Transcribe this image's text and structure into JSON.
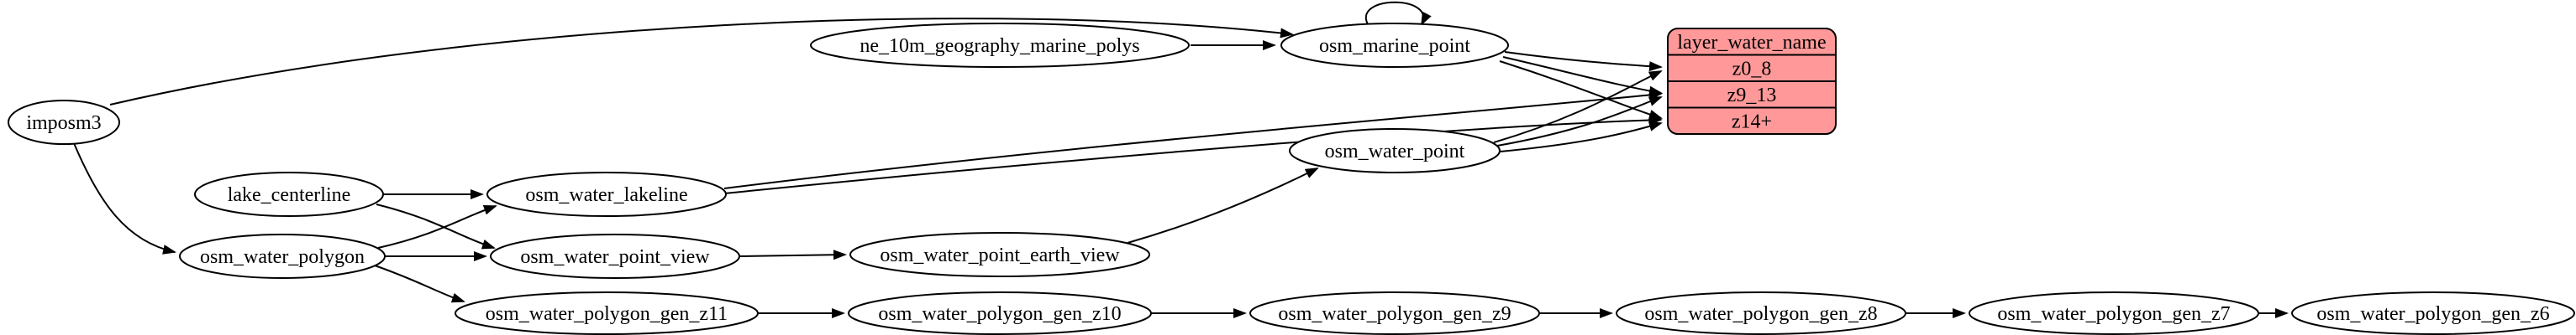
{
  "nodes": {
    "imposm3": "imposm3",
    "ne_10m_geography_marine_polys": "ne_10m_geography_marine_polys",
    "osm_marine_point": "osm_marine_point",
    "osm_water_point": "osm_water_point",
    "lake_centerline": "lake_centerline",
    "osm_water_lakeline": "osm_water_lakeline",
    "osm_water_polygon": "osm_water_polygon",
    "osm_water_point_view": "osm_water_point_view",
    "osm_water_point_earth_view": "osm_water_point_earth_view",
    "osm_water_polygon_gen_z11": "osm_water_polygon_gen_z11",
    "osm_water_polygon_gen_z10": "osm_water_polygon_gen_z10",
    "osm_water_polygon_gen_z9": "osm_water_polygon_gen_z9",
    "osm_water_polygon_gen_z8": "osm_water_polygon_gen_z8",
    "osm_water_polygon_gen_z7": "osm_water_polygon_gen_z7",
    "osm_water_polygon_gen_z6": "osm_water_polygon_gen_z6"
  },
  "layer_record": {
    "title": "layer_water_name",
    "rows": [
      "z0_8",
      "z9_13",
      "z14+"
    ],
    "fill_color": "#ff9999",
    "stroke_color": "#000000"
  },
  "edges": [
    {
      "from": "imposm3",
      "to": "osm_marine_point"
    },
    {
      "from": "imposm3",
      "to": "osm_water_polygon"
    },
    {
      "from": "ne_10m_geography_marine_polys",
      "to": "osm_marine_point"
    },
    {
      "from": "osm_marine_point",
      "to": "osm_marine_point"
    },
    {
      "from": "osm_marine_point",
      "to": "layer_water_name:z0_8"
    },
    {
      "from": "osm_marine_point",
      "to": "layer_water_name:z9_13"
    },
    {
      "from": "osm_marine_point",
      "to": "layer_water_name:z14+"
    },
    {
      "from": "osm_water_point",
      "to": "layer_water_name:z0_8"
    },
    {
      "from": "osm_water_point",
      "to": "layer_water_name:z9_13"
    },
    {
      "from": "osm_water_point",
      "to": "layer_water_name:z14+"
    },
    {
      "from": "osm_water_lakeline",
      "to": "layer_water_name:z9_13"
    },
    {
      "from": "osm_water_lakeline",
      "to": "layer_water_name:z14+"
    },
    {
      "from": "lake_centerline",
      "to": "osm_water_lakeline"
    },
    {
      "from": "lake_centerline",
      "to": "osm_water_point_view"
    },
    {
      "from": "osm_water_polygon",
      "to": "osm_water_lakeline"
    },
    {
      "from": "osm_water_polygon",
      "to": "osm_water_point_view"
    },
    {
      "from": "osm_water_polygon",
      "to": "osm_water_polygon_gen_z11"
    },
    {
      "from": "osm_water_point_view",
      "to": "osm_water_point_earth_view"
    },
    {
      "from": "osm_water_point_earth_view",
      "to": "osm_water_point"
    },
    {
      "from": "osm_water_polygon_gen_z11",
      "to": "osm_water_polygon_gen_z10"
    },
    {
      "from": "osm_water_polygon_gen_z10",
      "to": "osm_water_polygon_gen_z9"
    },
    {
      "from": "osm_water_polygon_gen_z9",
      "to": "osm_water_polygon_gen_z8"
    },
    {
      "from": "osm_water_polygon_gen_z8",
      "to": "osm_water_polygon_gen_z7"
    },
    {
      "from": "osm_water_polygon_gen_z7",
      "to": "osm_water_polygon_gen_z6"
    }
  ]
}
